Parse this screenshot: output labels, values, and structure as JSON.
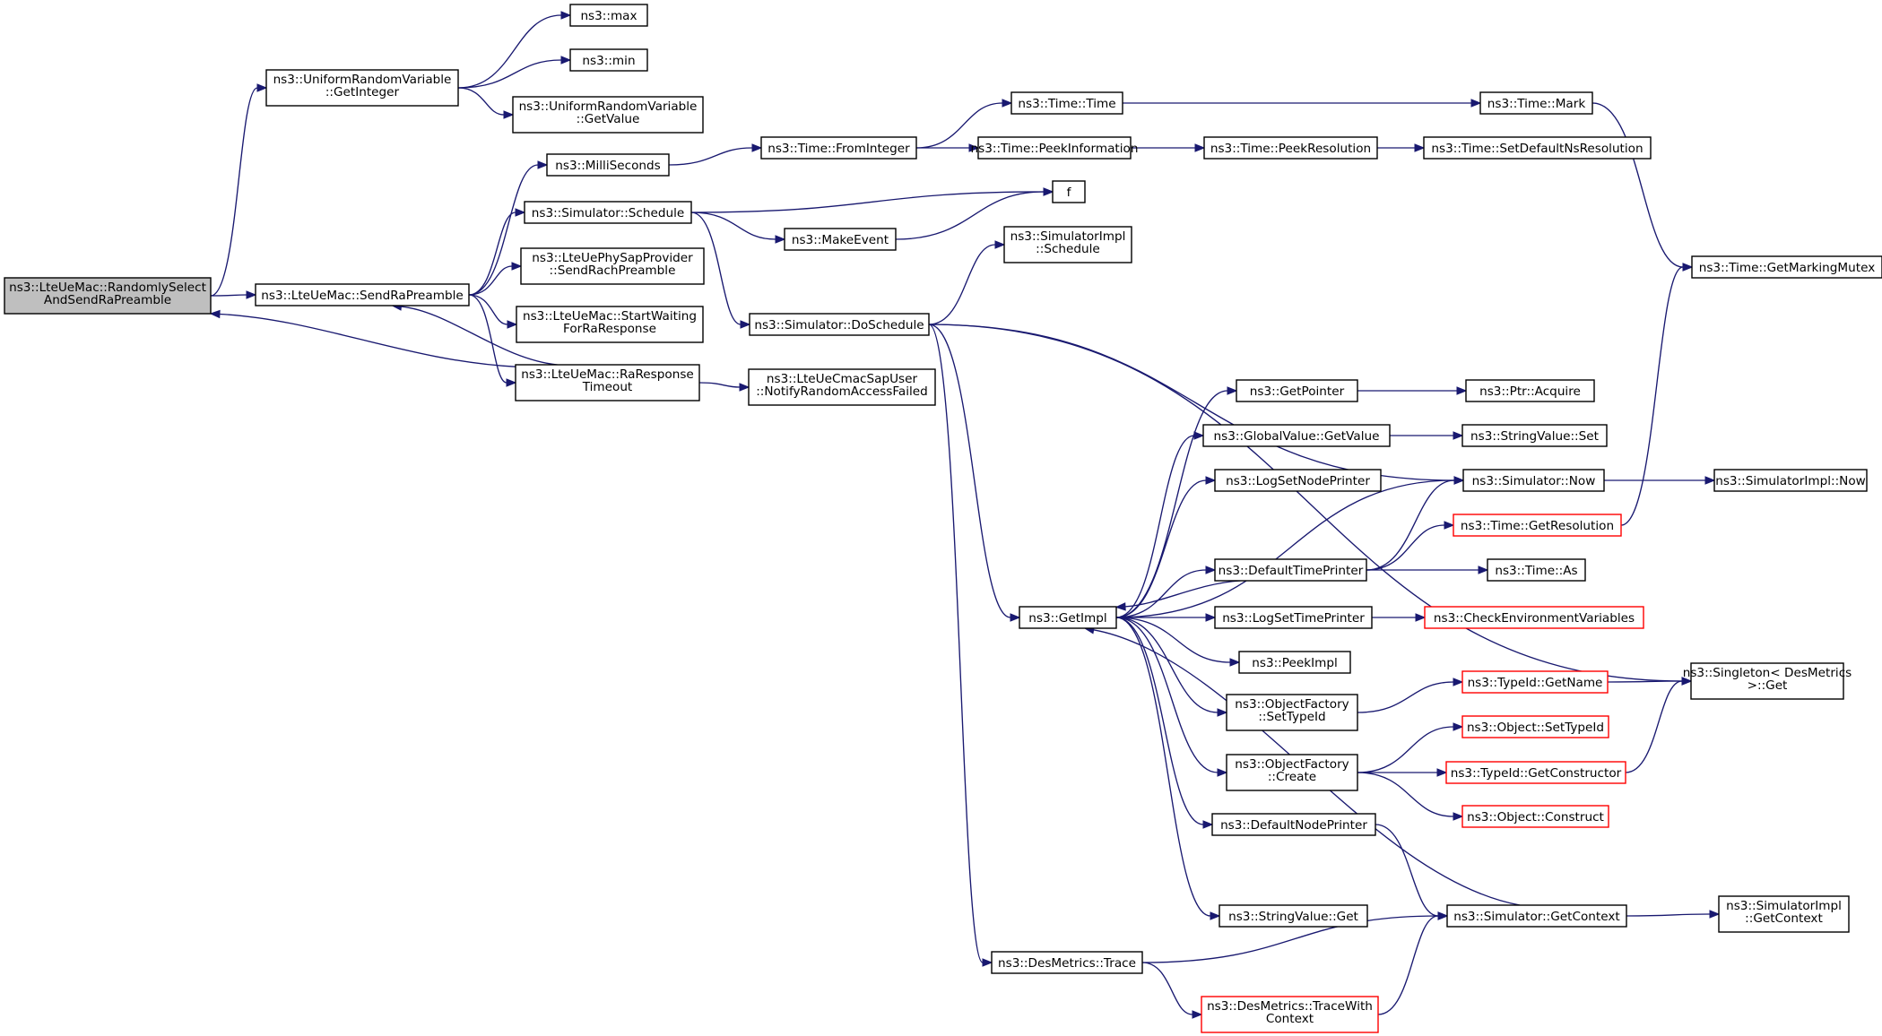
{
  "nodes": [
    {
      "id": "root",
      "lines": [
        "ns3::LteUeMac::RandomlySelect",
        "AndSendRaPreamble"
      ],
      "style": "root"
    },
    {
      "id": "urv_getint",
      "lines": [
        "ns3::UniformRandomVariable",
        "::GetInteger"
      ]
    },
    {
      "id": "max",
      "lines": [
        "ns3::max"
      ]
    },
    {
      "id": "min",
      "lines": [
        "ns3::min"
      ]
    },
    {
      "id": "urv_getval",
      "lines": [
        "ns3::UniformRandomVariable",
        "::GetValue"
      ]
    },
    {
      "id": "sendra",
      "lines": [
        "ns3::LteUeMac::SendRaPreamble"
      ]
    },
    {
      "id": "millisec",
      "lines": [
        "ns3::MilliSeconds"
      ]
    },
    {
      "id": "schedule",
      "lines": [
        "ns3::Simulator::Schedule"
      ]
    },
    {
      "id": "sendrach",
      "lines": [
        "ns3::LteUePhySapProvider",
        "::SendRachPreamble"
      ]
    },
    {
      "id": "startwait",
      "lines": [
        "ns3::LteUeMac::StartWaiting",
        "ForRaResponse"
      ]
    },
    {
      "id": "rarespto",
      "lines": [
        "ns3::LteUeMac::RaResponse",
        "Timeout"
      ]
    },
    {
      "id": "fromint",
      "lines": [
        "ns3::Time::FromInteger"
      ]
    },
    {
      "id": "timetime",
      "lines": [
        "ns3::Time::Time"
      ]
    },
    {
      "id": "peekinfo",
      "lines": [
        "ns3::Time::PeekInformation"
      ]
    },
    {
      "id": "peekres",
      "lines": [
        "ns3::Time::PeekResolution"
      ]
    },
    {
      "id": "setdefns",
      "lines": [
        "ns3::Time::SetDefaultNsResolution"
      ]
    },
    {
      "id": "timemark",
      "lines": [
        "ns3::Time::Mark"
      ]
    },
    {
      "id": "f",
      "lines": [
        "f"
      ]
    },
    {
      "id": "makeevent",
      "lines": [
        "ns3::MakeEvent"
      ]
    },
    {
      "id": "simimpl_sched",
      "lines": [
        "ns3::SimulatorImpl",
        "::Schedule"
      ]
    },
    {
      "id": "doschedule",
      "lines": [
        "ns3::Simulator::DoSchedule"
      ]
    },
    {
      "id": "notifyra",
      "lines": [
        "ns3::LteUeCmacSapUser",
        "::NotifyRandomAccessFailed"
      ]
    },
    {
      "id": "getmarkmutex",
      "lines": [
        "ns3::Time::GetMarkingMutex"
      ]
    },
    {
      "id": "getpointer",
      "lines": [
        "ns3::GetPointer"
      ]
    },
    {
      "id": "ptracquire",
      "lines": [
        "ns3::Ptr::Acquire"
      ]
    },
    {
      "id": "gvgetvalue",
      "lines": [
        "ns3::GlobalValue::GetValue"
      ]
    },
    {
      "id": "strvalset",
      "lines": [
        "ns3::StringValue::Set"
      ]
    },
    {
      "id": "logsetnode",
      "lines": [
        "ns3::LogSetNodePrinter"
      ]
    },
    {
      "id": "simnow",
      "lines": [
        "ns3::Simulator::Now"
      ]
    },
    {
      "id": "simimplnow",
      "lines": [
        "ns3::SimulatorImpl::Now"
      ]
    },
    {
      "id": "getresolution",
      "lines": [
        "ns3::Time::GetResolution"
      ],
      "style": "red"
    },
    {
      "id": "deftimeprinter",
      "lines": [
        "ns3::DefaultTimePrinter"
      ]
    },
    {
      "id": "timeas",
      "lines": [
        "ns3::Time::As"
      ]
    },
    {
      "id": "getimpl",
      "lines": [
        "ns3::GetImpl"
      ]
    },
    {
      "id": "logsettime",
      "lines": [
        "ns3::LogSetTimePrinter"
      ]
    },
    {
      "id": "checkenv",
      "lines": [
        "ns3::CheckEnvironmentVariables"
      ],
      "style": "red"
    },
    {
      "id": "peekimpl",
      "lines": [
        "ns3::PeekImpl"
      ]
    },
    {
      "id": "ofsettypeid",
      "lines": [
        "ns3::ObjectFactory",
        "::SetTypeId"
      ]
    },
    {
      "id": "typeidgetname",
      "lines": [
        "ns3::TypeId::GetName"
      ],
      "style": "red"
    },
    {
      "id": "singleton",
      "lines": [
        "ns3::Singleton< DesMetrics",
        ">::Get"
      ]
    },
    {
      "id": "objsettypeid",
      "lines": [
        "ns3::Object::SetTypeId"
      ],
      "style": "red"
    },
    {
      "id": "ofcreate",
      "lines": [
        "ns3::ObjectFactory",
        "::Create"
      ]
    },
    {
      "id": "getconstructor",
      "lines": [
        "ns3::TypeId::GetConstructor"
      ],
      "style": "red"
    },
    {
      "id": "objconstruct",
      "lines": [
        "ns3::Object::Construct"
      ],
      "style": "red"
    },
    {
      "id": "defnodeprinter",
      "lines": [
        "ns3::DefaultNodePrinter"
      ]
    },
    {
      "id": "simgetcontext",
      "lines": [
        "ns3::Simulator::GetContext"
      ]
    },
    {
      "id": "simimplgetctx",
      "lines": [
        "ns3::SimulatorImpl",
        "::GetContext"
      ]
    },
    {
      "id": "strvalget",
      "lines": [
        "ns3::StringValue::Get"
      ]
    },
    {
      "id": "desmtrace",
      "lines": [
        "ns3::DesMetrics::Trace"
      ]
    },
    {
      "id": "desmtracectx",
      "lines": [
        "ns3::DesMetrics::TraceWith",
        "Context"
      ],
      "style": "red"
    }
  ],
  "edges": [
    [
      "root",
      "sendra"
    ],
    [
      "root",
      "urv_getint"
    ],
    [
      "urv_getint",
      "max"
    ],
    [
      "urv_getint",
      "min"
    ],
    [
      "urv_getint",
      "urv_getval"
    ],
    [
      "sendra",
      "millisec"
    ],
    [
      "sendra",
      "schedule"
    ],
    [
      "sendra",
      "sendrach"
    ],
    [
      "sendra",
      "startwait"
    ],
    [
      "sendra",
      "rarespto"
    ],
    [
      "millisec",
      "fromint"
    ],
    [
      "fromint",
      "timetime"
    ],
    [
      "fromint",
      "peekinfo"
    ],
    [
      "peekinfo",
      "peekres"
    ],
    [
      "peekres",
      "setdefns"
    ],
    [
      "timetime",
      "timemark"
    ],
    [
      "timemark",
      "getmarkmutex"
    ],
    [
      "schedule",
      "f"
    ],
    [
      "schedule",
      "makeevent"
    ],
    [
      "makeevent",
      "f"
    ],
    [
      "schedule",
      "doschedule"
    ],
    [
      "doschedule",
      "simimpl_sched"
    ],
    [
      "doschedule",
      "simnow"
    ],
    [
      "doschedule",
      "singleton"
    ],
    [
      "doschedule",
      "getimpl"
    ],
    [
      "doschedule",
      "desmtrace"
    ],
    [
      "rarespto",
      "root"
    ],
    [
      "rarespto",
      "sendra"
    ],
    [
      "rarespto",
      "notifyra"
    ],
    [
      "getimpl",
      "getpointer"
    ],
    [
      "getimpl",
      "gvgetvalue"
    ],
    [
      "getimpl",
      "logsetnode"
    ],
    [
      "getimpl",
      "simnow"
    ],
    [
      "getimpl",
      "deftimeprinter"
    ],
    [
      "getimpl",
      "logsettime"
    ],
    [
      "getimpl",
      "peekimpl"
    ],
    [
      "getimpl",
      "ofsettypeid"
    ],
    [
      "getimpl",
      "ofcreate"
    ],
    [
      "getimpl",
      "defnodeprinter"
    ],
    [
      "getimpl",
      "strvalget"
    ],
    [
      "getpointer",
      "ptracquire"
    ],
    [
      "gvgetvalue",
      "strvalset"
    ],
    [
      "simnow",
      "simimplnow"
    ],
    [
      "deftimeprinter",
      "simnow"
    ],
    [
      "deftimeprinter",
      "getresolution"
    ],
    [
      "deftimeprinter",
      "timeas"
    ],
    [
      "deftimeprinter",
      "getimpl"
    ],
    [
      "getresolution",
      "getmarkmutex"
    ],
    [
      "logsettime",
      "checkenv"
    ],
    [
      "ofsettypeid",
      "typeidgetname"
    ],
    [
      "typeidgetname",
      "singleton"
    ],
    [
      "ofcreate",
      "objsettypeid"
    ],
    [
      "ofcreate",
      "getconstructor"
    ],
    [
      "ofcreate",
      "objconstruct"
    ],
    [
      "getconstructor",
      "singleton"
    ],
    [
      "defnodeprinter",
      "simgetcontext"
    ],
    [
      "simgetcontext",
      "getimpl"
    ],
    [
      "simgetcontext",
      "simimplgetctx"
    ],
    [
      "desmtrace",
      "simgetcontext"
    ],
    [
      "desmtrace",
      "desmtracectx"
    ],
    [
      "desmtracectx",
      "simgetcontext"
    ]
  ]
}
